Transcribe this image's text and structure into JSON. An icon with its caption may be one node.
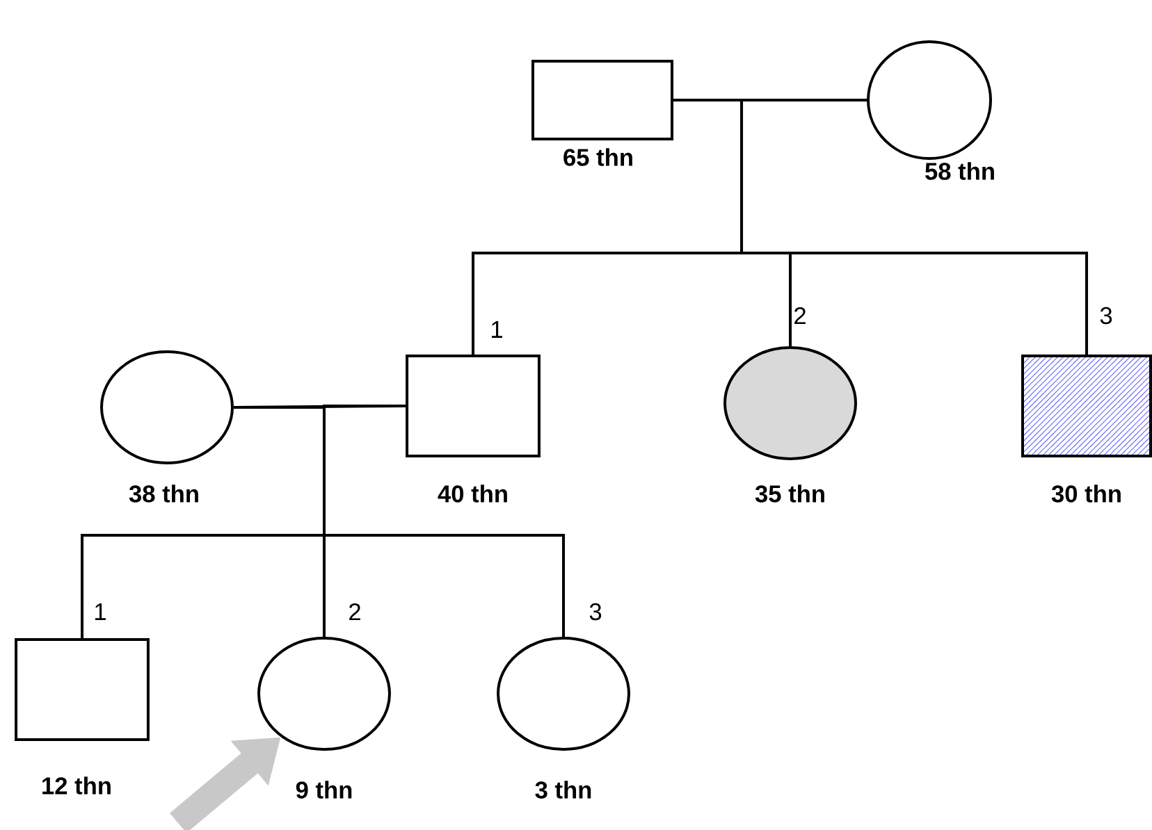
{
  "diagram": {
    "nodes": [
      {
        "text": [],
        "shape": "box",
        "beside": [
          "65 thn"
        ]
      },
      {
        "text": [],
        "shape": "circle",
        "beside": [
          "58 thn"
        ]
      },
      {
        "text": [],
        "shape": "circle",
        "beside": [
          "38 thn"
        ]
      },
      {
        "text": [],
        "shape": "box",
        "beside": [
          "40 thn"
        ]
      },
      {
        "text": [],
        "shape": "circle",
        "beside": [
          "35 thn"
        ]
      },
      {
        "text": [],
        "shape": "box",
        "beside": [
          "30 thn"
        ]
      },
      {
        "text": [],
        "shape": "box",
        "beside": [
          "12 thn"
        ]
      },
      {
        "text": [],
        "shape": "circle",
        "beside": [
          "9 thn"
        ]
      },
      {
        "text": [],
        "shape": "circle",
        "beside": [
          "3 thn"
        ]
      }
    ],
    "edges": [
      {
        "from": 0,
        "to": 1,
        "arrow": "none"
      },
      {
        "from": 2,
        "to": 3,
        "arrow": "none"
      },
      {
        "from": 0,
        "to": 3,
        "arrow": "none"
      },
      {
        "from": 1,
        "to": 3,
        "arrow": "none"
      },
      {
        "from": 0,
        "to": 4,
        "arrow": "none"
      },
      {
        "from": 1,
        "to": 4,
        "arrow": "none"
      },
      {
        "from": 0,
        "to": 5,
        "arrow": "none"
      },
      {
        "from": 1,
        "to": 5,
        "arrow": "none"
      },
      {
        "from": 2,
        "to": 6,
        "arrow": "none"
      },
      {
        "from": 3,
        "to": 6,
        "arrow": "none"
      },
      {
        "from": 2,
        "to": 7,
        "arrow": "none"
      },
      {
        "from": 3,
        "to": 7,
        "arrow": "none"
      },
      {
        "from": 2,
        "to": 8,
        "arrow": "none"
      },
      {
        "from": 3,
        "to": 8,
        "arrow": "none"
      },
      {
        "from": null,
        "to": 7,
        "arrow": "to",
        "style": "thick",
        "color": "#c8c8c8"
      }
    ],
    "labels": [
      "1",
      "2",
      "3",
      "1",
      "2",
      "3"
    ]
  }
}
